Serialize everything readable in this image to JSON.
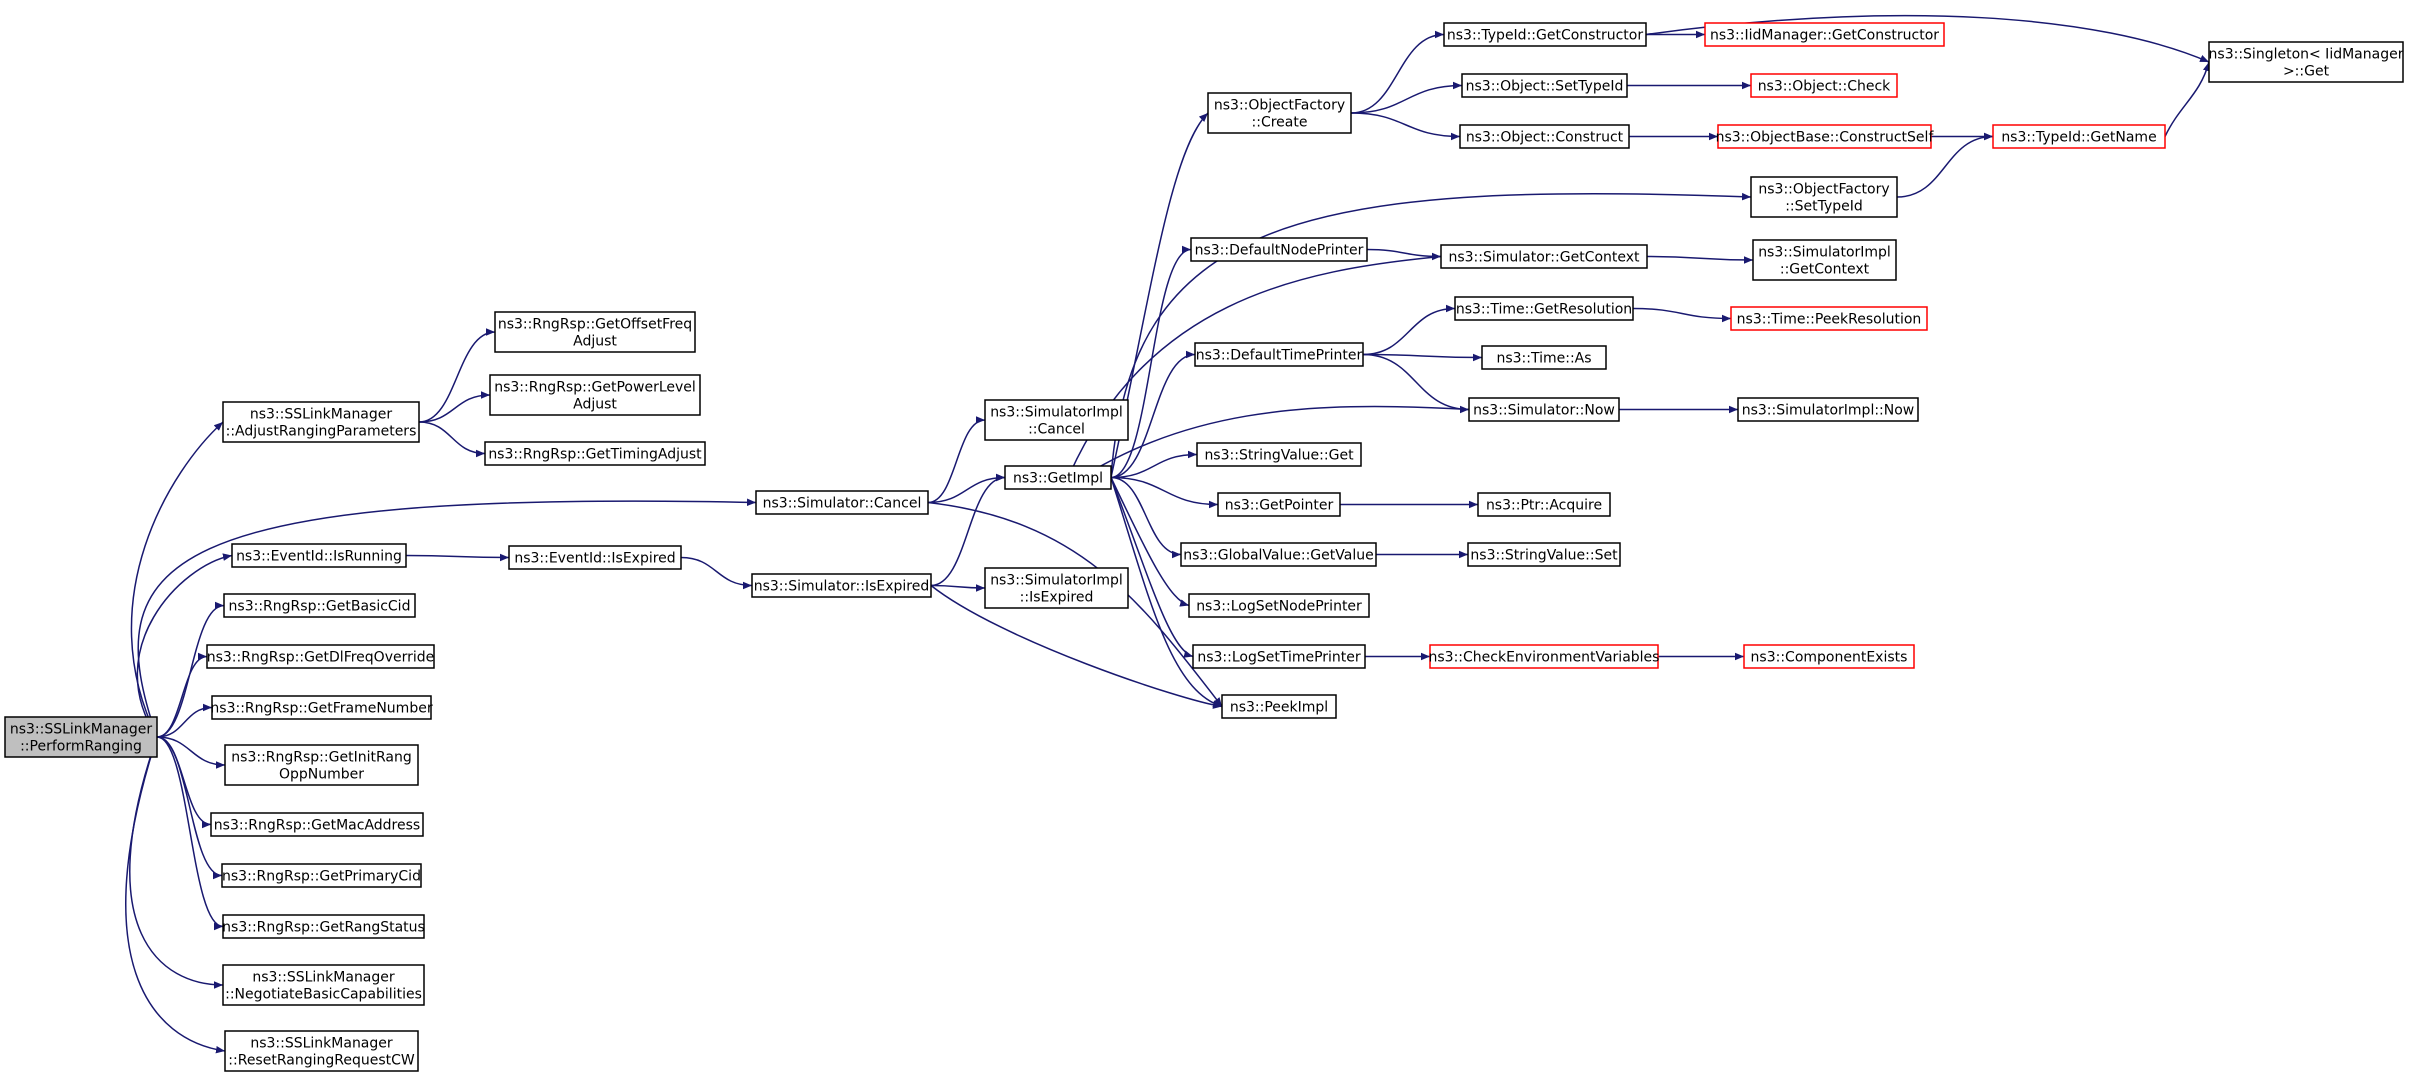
{
  "colors": {
    "edge": "#191970",
    "box": "#000000",
    "truncated_box": "#ff0000",
    "root_fill": "#bfbfbf"
  },
  "graph": {
    "root": "n0",
    "nodes": [
      {
        "id": "n0",
        "label": [
          "ns3::SSLinkManager",
          "::PerformRanging"
        ],
        "root": true
      },
      {
        "id": "n1",
        "label": [
          "ns3::SSLinkManager",
          "::AdjustRangingParameters"
        ]
      },
      {
        "id": "n2",
        "label": [
          "ns3::Simulator::Cancel"
        ]
      },
      {
        "id": "n3",
        "label": [
          "ns3::EventId::IsRunning"
        ]
      },
      {
        "id": "n4",
        "label": [
          "ns3::RngRsp::GetBasicCid"
        ]
      },
      {
        "id": "n5",
        "label": [
          "ns3::RngRsp::GetDlFreqOverride"
        ]
      },
      {
        "id": "n6",
        "label": [
          "ns3::RngRsp::GetFrameNumber"
        ]
      },
      {
        "id": "n7",
        "label": [
          "ns3::RngRsp::GetInitRang",
          "OppNumber"
        ]
      },
      {
        "id": "n8",
        "label": [
          "ns3::RngRsp::GetMacAddress"
        ]
      },
      {
        "id": "n9",
        "label": [
          "ns3::RngRsp::GetPrimaryCid"
        ]
      },
      {
        "id": "n10",
        "label": [
          "ns3::RngRsp::GetRangStatus"
        ]
      },
      {
        "id": "n11",
        "label": [
          "ns3::SSLinkManager",
          "::NegotiateBasicCapabilities"
        ]
      },
      {
        "id": "n12",
        "label": [
          "ns3::SSLinkManager",
          "::ResetRangingRequestCW"
        ]
      },
      {
        "id": "n13",
        "label": [
          "ns3::RngRsp::GetOffsetFreq",
          "Adjust"
        ]
      },
      {
        "id": "n14",
        "label": [
          "ns3::RngRsp::GetPowerLevel",
          "Adjust"
        ]
      },
      {
        "id": "n15",
        "label": [
          "ns3::RngRsp::GetTimingAdjust"
        ]
      },
      {
        "id": "n16",
        "label": [
          "ns3::EventId::IsExpired"
        ]
      },
      {
        "id": "n17",
        "label": [
          "ns3::Simulator::IsExpired"
        ]
      },
      {
        "id": "n18",
        "label": [
          "ns3::SimulatorImpl",
          "::Cancel"
        ]
      },
      {
        "id": "n19",
        "label": [
          "ns3::GetImpl"
        ]
      },
      {
        "id": "n20",
        "label": [
          "ns3::SimulatorImpl",
          "::IsExpired"
        ]
      },
      {
        "id": "n21",
        "label": [
          "ns3::PeekImpl"
        ]
      },
      {
        "id": "n22",
        "label": [
          "ns3::ObjectFactory",
          "::Create"
        ]
      },
      {
        "id": "n23",
        "label": [
          "ns3::DefaultNodePrinter"
        ]
      },
      {
        "id": "n24",
        "label": [
          "ns3::DefaultTimePrinter"
        ]
      },
      {
        "id": "n25",
        "label": [
          "ns3::StringValue::Get"
        ]
      },
      {
        "id": "n26",
        "label": [
          "ns3::GetPointer"
        ]
      },
      {
        "id": "n27",
        "label": [
          "ns3::GlobalValue::GetValue"
        ]
      },
      {
        "id": "n28",
        "label": [
          "ns3::LogSetNodePrinter"
        ]
      },
      {
        "id": "n29",
        "label": [
          "ns3::LogSetTimePrinter"
        ]
      },
      {
        "id": "n30",
        "label": [
          "ns3::TypeId::GetConstructor"
        ]
      },
      {
        "id": "n31",
        "label": [
          "ns3::Object::SetTypeId"
        ]
      },
      {
        "id": "n32",
        "label": [
          "ns3::Object::Construct"
        ]
      },
      {
        "id": "n33",
        "label": [
          "ns3::Simulator::GetContext"
        ]
      },
      {
        "id": "n34",
        "label": [
          "ns3::Time::GetResolution"
        ]
      },
      {
        "id": "n35",
        "label": [
          "ns3::Time::As"
        ]
      },
      {
        "id": "n36",
        "label": [
          "ns3::Simulator::Now"
        ]
      },
      {
        "id": "n37",
        "label": [
          "ns3::Ptr::Acquire"
        ]
      },
      {
        "id": "n38",
        "label": [
          "ns3::StringValue::Set"
        ]
      },
      {
        "id": "n39",
        "label": [
          "ns3::CheckEnvironmentVariables"
        ],
        "truncated": true
      },
      {
        "id": "n40",
        "label": [
          "ns3::IidManager::GetConstructor"
        ],
        "truncated": true
      },
      {
        "id": "n41",
        "label": [
          "ns3::Object::Check"
        ],
        "truncated": true
      },
      {
        "id": "n42",
        "label": [
          "ns3::ObjectBase::ConstructSelf"
        ],
        "truncated": true
      },
      {
        "id": "n43",
        "label": [
          "ns3::ObjectFactory",
          "::SetTypeId"
        ]
      },
      {
        "id": "n44",
        "label": [
          "ns3::SimulatorImpl",
          "::GetContext"
        ]
      },
      {
        "id": "n45",
        "label": [
          "ns3::Time::PeekResolution"
        ],
        "truncated": true
      },
      {
        "id": "n46",
        "label": [
          "ns3::SimulatorImpl::Now"
        ]
      },
      {
        "id": "n47",
        "label": [
          "ns3::ComponentExists"
        ],
        "truncated": true
      },
      {
        "id": "n48",
        "label": [
          "ns3::Singleton< IidManager",
          " >::Get"
        ]
      },
      {
        "id": "n49",
        "label": [
          "ns3::TypeId::GetName"
        ],
        "truncated": true
      }
    ],
    "edges": [
      [
        "n0",
        "n1"
      ],
      [
        "n0",
        "n2"
      ],
      [
        "n0",
        "n3"
      ],
      [
        "n0",
        "n4"
      ],
      [
        "n0",
        "n5"
      ],
      [
        "n0",
        "n6"
      ],
      [
        "n0",
        "n7"
      ],
      [
        "n0",
        "n8"
      ],
      [
        "n0",
        "n9"
      ],
      [
        "n0",
        "n10"
      ],
      [
        "n0",
        "n11"
      ],
      [
        "n0",
        "n12"
      ],
      [
        "n1",
        "n13"
      ],
      [
        "n1",
        "n14"
      ],
      [
        "n1",
        "n15"
      ],
      [
        "n2",
        "n18"
      ],
      [
        "n2",
        "n19"
      ],
      [
        "n2",
        "n21"
      ],
      [
        "n3",
        "n16"
      ],
      [
        "n16",
        "n17"
      ],
      [
        "n17",
        "n19"
      ],
      [
        "n17",
        "n20"
      ],
      [
        "n17",
        "n21"
      ],
      [
        "n19",
        "n22"
      ],
      [
        "n19",
        "n23"
      ],
      [
        "n19",
        "n24"
      ],
      [
        "n19",
        "n25"
      ],
      [
        "n19",
        "n26"
      ],
      [
        "n19",
        "n27"
      ],
      [
        "n19",
        "n28"
      ],
      [
        "n19",
        "n29"
      ],
      [
        "n19",
        "n43"
      ],
      [
        "n19",
        "n21"
      ],
      [
        "n22",
        "n30"
      ],
      [
        "n22",
        "n31"
      ],
      [
        "n22",
        "n32"
      ],
      [
        "n23",
        "n33"
      ],
      [
        "n33",
        "n19"
      ],
      [
        "n33",
        "n44"
      ],
      [
        "n24",
        "n34"
      ],
      [
        "n24",
        "n35"
      ],
      [
        "n24",
        "n36"
      ],
      [
        "n36",
        "n19"
      ],
      [
        "n36",
        "n46"
      ],
      [
        "n26",
        "n37"
      ],
      [
        "n27",
        "n38"
      ],
      [
        "n29",
        "n39"
      ],
      [
        "n39",
        "n47"
      ],
      [
        "n30",
        "n40"
      ],
      [
        "n30",
        "n48"
      ],
      [
        "n31",
        "n41"
      ],
      [
        "n32",
        "n42"
      ],
      [
        "n42",
        "n49"
      ],
      [
        "n43",
        "n49"
      ],
      [
        "n49",
        "n48"
      ],
      [
        "n34",
        "n45"
      ]
    ]
  }
}
